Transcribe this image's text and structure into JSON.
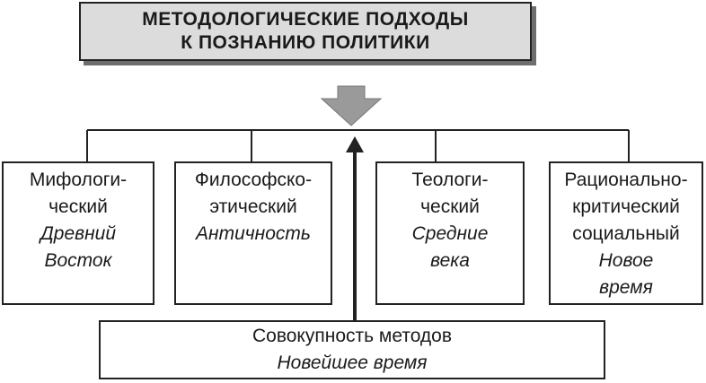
{
  "title": {
    "line1": "МЕТОДОЛОГИЧЕСКИЕ ПОДХОДЫ",
    "line2": "К ПОЗНАНИЮ ПОЛИТИКИ"
  },
  "approaches": [
    {
      "lines": [
        "Мифологи-",
        "ческий"
      ],
      "era": [
        "Древний",
        "Восток"
      ]
    },
    {
      "lines": [
        "Философско-",
        "этический"
      ],
      "era": [
        "Античность"
      ]
    },
    {
      "lines": [
        "Теологи-",
        "ческий"
      ],
      "era": [
        "Средние",
        "века"
      ]
    },
    {
      "lines": [
        "Рационально-",
        "критический",
        "социальный"
      ],
      "era": [
        "Новое",
        "время"
      ]
    }
  ],
  "bottom": {
    "label": "Совокупность методов",
    "era": "Новейшее время"
  },
  "colors": {
    "title_fill": "#dcdcdc",
    "title_shadow": "#6e6e6e",
    "arrow_fill": "#9a9a9a",
    "line": "#222222"
  }
}
